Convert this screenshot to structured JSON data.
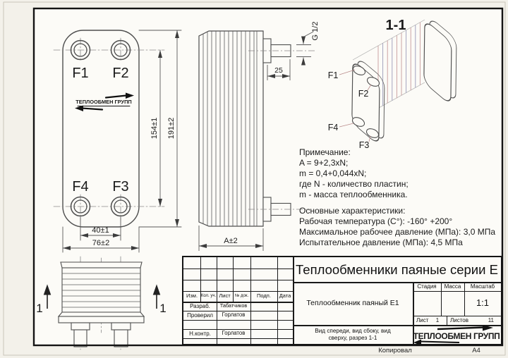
{
  "front_view": {
    "ports": {
      "f1": "F1",
      "f2": "F2",
      "f3": "F3",
      "f4": "F4"
    },
    "logo": "ТЕПЛООБМЕН ГРУПП",
    "dims": {
      "hole_height": "154±1",
      "total_height": "191±2",
      "hole_spacing": "40±1",
      "width": "76±2"
    }
  },
  "side_view": {
    "dims": {
      "port_length": "25",
      "depth": "A±2"
    },
    "thread": "G 1/2"
  },
  "top_view": {
    "section_mark_left": "1",
    "section_mark_right": "1"
  },
  "section_view": {
    "title": "1-1",
    "ports": {
      "f1": "F1",
      "f2": "F2",
      "f3": "F3",
      "f4": "F4"
    }
  },
  "notes": {
    "heading": "Примечание:",
    "formula_a": "A = 9+2,3xN;",
    "formula_m": "m = 0,4+0,044xN;",
    "def_n": "где N - количество пластин;",
    "def_m": "m - масса теплообменника.",
    "specs_heading": "Основные характеристики:",
    "spec_temp": "Рабочая температура (C°): -160° +200°",
    "spec_pressure_max": "Максимальное рабочее давление (МПа): 3,0 МПа",
    "spec_pressure_test": "Испытательное давление (МПа): 4,5 МПа"
  },
  "title_block": {
    "title": "Теплообменники паяные серии Е",
    "doc_name": "Теплообменник паяный Е1",
    "caption_line1": "Вид спереди, вид сбоку, вид",
    "caption_line2": "сверху, разрез 1-1",
    "col_izm": "Изм.",
    "col_kol": "Кол. уч.",
    "col_list": "Лист",
    "col_doc": "№ док.",
    "col_podp": "Подп.",
    "col_data": "Дата",
    "rows": [
      {
        "role": "Разраб.",
        "name": "Табатчиков"
      },
      {
        "role": "Проверил",
        "name": "Горлатов"
      },
      {
        "role": "Н.контр.",
        "name": "Горлатов"
      }
    ],
    "stage": "Стадия",
    "mass": "Масса",
    "scale": "Масштаб",
    "scale_value": "1:1",
    "sheet": "Лист",
    "sheet_value": "1",
    "sheets": "Листов",
    "sheets_value": "11",
    "logo": "ТЕПЛООБМЕН ГРУПП"
  },
  "footer": {
    "copied_label": "Копировал",
    "format_label": "А4"
  },
  "colors": {
    "channel_warm": "#c79b9b",
    "channel_cool": "#9b9bb8"
  }
}
